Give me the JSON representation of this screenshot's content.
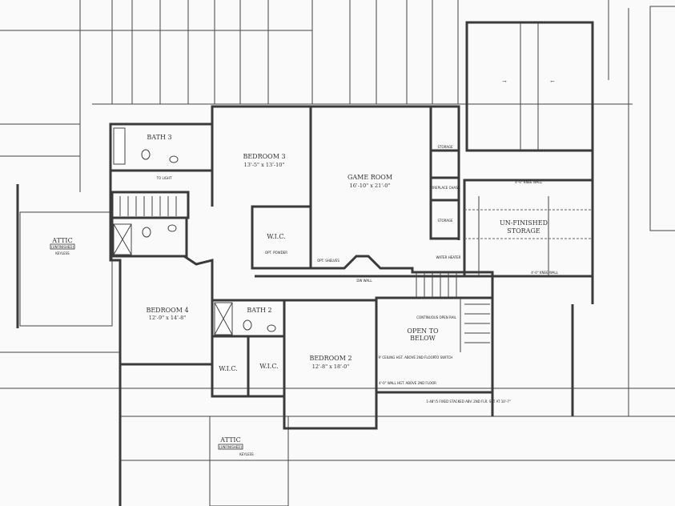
{
  "rooms": {
    "bath3": "BATH 3",
    "bedroom3": {
      "name": "BEDROOM 3",
      "size": "13'-5\" x 13'-10\""
    },
    "game_room": {
      "name": "GAME ROOM",
      "size": "16'-10\" x 21'-0\""
    },
    "storage_top": "STORAGE",
    "storage": "STORAGE",
    "wic_bed3": "W.I.C.",
    "unfinished_storage": {
      "name": "UN-FINISHED",
      "name2": "STORAGE"
    },
    "attic_left": {
      "name": "ATTIC",
      "tag": "(UNFINISHED)",
      "note": "KEYLESS"
    },
    "bedroom4": {
      "name": "BEDROOM 4",
      "size": "12'-9\" x 14'-8\""
    },
    "bath2": "BATH 2",
    "wic_a": "W.I.C.",
    "wic_b": "W.I.C.",
    "bedroom2": {
      "name": "BEDROOM 2",
      "size": "12'-8\" x 18'-0\""
    },
    "open_to_below": {
      "line1": "OPEN TO",
      "line2": "BELOW"
    },
    "attic_bottom": {
      "name": "ATTIC",
      "tag": "(UNFINISHED)",
      "note": "KEYLESS"
    }
  },
  "notes": {
    "fireplace_chase": "FIREPLACE CHASE",
    "knee_wall_top": "4'-0\" KNEE WALL",
    "knee_wall_bottom": "4'-0\" KNEE WALL",
    "continuous_open_rail": "CONTINUOUS OPEN RAIL",
    "ceiling_hgt": "9' CEILING HGT. ABOVE 2ND FLOOR",
    "wall_hgt": "4'-0\" WALL HGT. ABOVE 2ND FLOOR",
    "to_switch": "TO SWITCH",
    "to_light": "TO LIGHT",
    "dwr_wall": "DW WALL",
    "opt_shelves": "OPT. SHELVES",
    "opt_pongee": "OPT. POWDER",
    "water_heater": "WATER HEATER",
    "stacked_window": "1-48\"/5 FIXED STACKED ABV. 2ND FLR. SET AT 10'-7\""
  }
}
